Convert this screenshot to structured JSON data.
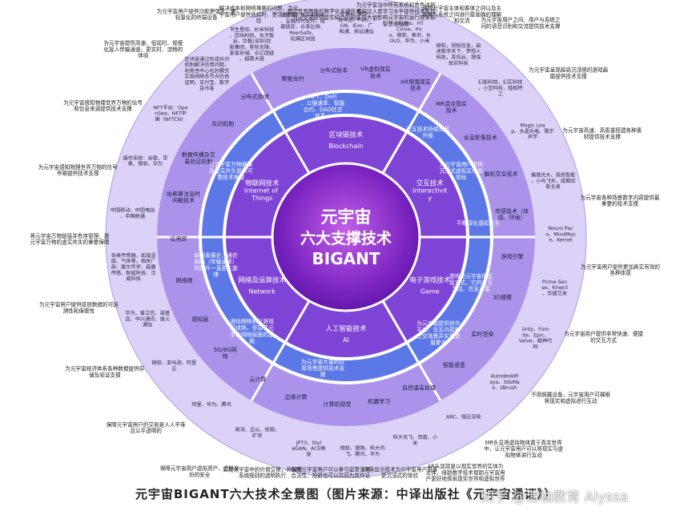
{
  "center": {
    "l1": "元宇宙",
    "l2": "六大支撑技术",
    "l3": "BIGANT"
  },
  "sectors": [
    {
      "cn": "区块链技术",
      "en": "Blockchain"
    },
    {
      "cn": "交互技术",
      "en": "Interactivity"
    },
    {
      "cn": "电子游戏技术",
      "en": "Game"
    },
    {
      "cn": "人工智能技术",
      "en": "AI"
    },
    {
      "cn": "网络及运算技术",
      "en": "Network"
    },
    {
      "cn": "物联网技术",
      "en": "Internet of Things"
    }
  ],
  "ring2": [
    "NFT、DeFi、公链速率、智能合约、DAO社交体系。",
    "交互技术持续迭代升级",
    "为元宇宙用户提供沉浸式虚拟实体验验标",
    "不断深化感知交互",
    "游戏是元宇宙的呈现方式，它的交互灵活、信息丰富",
    "为元宇宙提供创作平台、交互内容和社交场景并实现流量聚合",
    "为元宇宙大量的应用场景提供技术支撑",
    "通信网络和云游戏的成熟，夯实了元宇宙网络层面的基础",
    "纵观发展史，通信网络（传输速率）的提升一直是主旋律",
    "为元宇宙万物链接及虚实共生提供可靠技术保障"
  ],
  "ring3": [
    "分布式存储",
    "智能合约",
    "分布式账本",
    "VR虚拟现实技术",
    "AR增强现实技术",
    "MR混合现实技术",
    "全息影像技术",
    "脑机交互技术",
    "传感技术（体感、环境）",
    "游戏引擎",
    "3D建模",
    "实时渲染",
    "智能语音",
    "自然语言处理",
    "机器学习",
    "计算机视觉",
    "边缘计算",
    "云计算",
    "5G/6G网络",
    "感知层",
    "网络层",
    "应用层",
    "哈希算法及时间戳技术",
    "数据传播及交易验证机制",
    "共识机制"
  ],
  "ring4": [
    "书生星际、纱米科技、四块科技、东方智谷、华数(深圳)控股集团、星际无限、麦客存储、众亿国链、超算大链",
    "以太坊、复杂美科技、互融时代软件、成都链安、众享比特、PeerSafe、玩俩区块链",
    "IoTex、华为、亚马逊、PwC、IGN、IEec、广和通、移远通信",
    "Oculus、HTCVive、Pico、微软、索尼、NOLO、华为、小米",
    "微软，视拓信息，启迪数字天下，梦想人科技，亮风台，增强现实科技",
    "幻影科技，幻实科技，小至科技，蛙蚁特工",
    "Magic Leap、水晶光电、歌尔声学",
    "偏锋光大、锐虎智能，小马飞天、成都炫影全息",
    "Nouro Paco、MindMaze、Kernel",
    "Prime Sense、Kinect、华捷艾米",
    "Unty、Fornite、Epic、Valve、舰神代码",
    "AutodeskMaya、3dsMax、zBrush",
    "ARC、瑞云渲染",
    "科大讯飞、百度、小米",
    "微软、搜狗、科大讯飞、腾讯、华为",
    "JPT3、StyleGAN、ACE框架",
    "商汤、云从、依图、旷世",
    "阿里、华为、腾讯",
    "微软、亚马逊、阿里云",
    "华为、爱立信、诺基亚、中兴通讯、烽火通信",
    "各类传感器，如温湿度、气体等，相关厂商：歌尔声学、森霸传感、耐威科技、汉威科技",
    "中国移动、中国电信、中国联通",
    "操作系统：谷歌、苹果、微软、华为",
    "NFT平台：OpenSea、NFT中国（NFTCN）",
    "区块链通过形成共识机制解决信用问题，利用去中心化的模式实现网络各节点的自证明。支付宝、数字货币等"
  ],
  "outer": [
    "保障元宇宙用户虚拟资产、虚拟身份的安全",
    "保障元宇宙用户的交易是人人平等且公平透明的",
    "为元宇宙经济体系各种数据提供存储及验证支撑",
    "为元宇宙用户提供底层数据的可追溯性和保密性",
    "将元宇宙万物链接并有序管理，是元宇宙万物的虚实共生的重要保障",
    "为元宇宙感知物理世界万物的信号传输提供技术支撑",
    "为元宇宙感知物理世界万物的信号和信息来源提供技术支撑",
    "为元宇宙提供高速、低延时、规模化接入传输通道，更实时、流畅的体验",
    "为元宇宙用户提供功能更强大、更轻量化的终端设备",
    "解决成本和网络堵塞的问题，为元宇宙用户提供低延时、更流畅的体验",
    "现实世界图像的数字化关键技术，为元宇宙提供虚实结合的观感",
    "为元宇宙当中所有系统和角色达到或超过人类学习水平提供技术支撑，极大地影响元宇宙的运行效率和智慧化程度",
    "保障元宇宙主体和客体之间以及主客体与系统之间进行最准确的理解和交流",
    "为元宇宙用户之间、用户与系统之间的语音识别和交流提供技术支撑",
    "为元宇宙呈现超高沉浸感的游戏画面提供技术支撑",
    "为元宇宙高速、高质量搭建各种素材提供技术支撑",
    "为元宇宙各种场景数字内容提供最重要的技术支撑",
    "为元宇宙用户提供更加真实有效的各种体感",
    "为元宇宙用户提供非常快速、便捷的交互方式",
    "不用佩戴设备，元宇宙用户可裸眼将现实和虚拟进行互动",
    "MR头显将虚拟物体置于真实世界中，让元宇宙用户可以将现实与虚拟物体进行互动",
    "AR头显就是以现实世界的实体为主体，借助数字技术帮助元宇宙用户更好地探索现实世界和虚拟世界",
    "VR等显示技术为元宇宙用户带来更沉浸式的体验",
    "保障元宇宙用户可以参与监管交易合法性、规避也可以共同为其作证",
    "实现元宇宙中的价值交换，并保障系统规则的透明执行"
  ],
  "caption": "元宇宙BIGANT六大技术全景图（图片来源：中译出版社《元宇宙通证》）",
  "watermark": "知乎 @清柚教育 Alyssa",
  "colors": {
    "ring1": "#7c3fd1",
    "ring2": "#4a6ee0",
    "ring3": "#b9a6ee",
    "outerRing": "#d8ccf6",
    "center": "#8b2fc9"
  }
}
